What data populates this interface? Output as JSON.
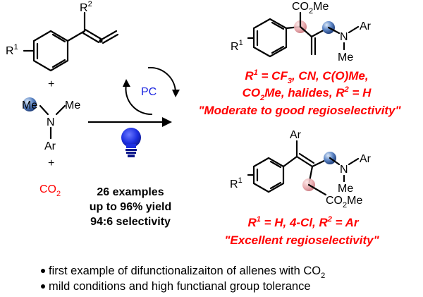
{
  "reactants": {
    "allene_r2": "R",
    "allene_r2_sup": "2",
    "allene_r1": "R",
    "allene_r1_sup": "1",
    "plus": "+",
    "amine_me_left": "Me",
    "amine_n": "N",
    "amine_me_right": "Me",
    "amine_ar": "Ar",
    "co2": "CO",
    "co2_sub": "2"
  },
  "catalyst": {
    "label": "PC"
  },
  "product_top": {
    "ester": "CO",
    "ester_sub": "2",
    "ester_me": "Me",
    "n": "N",
    "ar": "Ar",
    "me": "Me",
    "r1": "R",
    "r1_sup": "1",
    "line1": {
      "r": "R",
      "sup": "1",
      "rest": " = CF",
      "sub": "3",
      "tail": ", CN, C(O)Me,"
    },
    "line2": {
      "a": "CO",
      "sub": "2",
      "b": "Me, halides, R",
      "sup": "2",
      "c": " = H"
    },
    "note": "\"Moderate to good regioselectivity\""
  },
  "product_bottom": {
    "ar_top": "Ar",
    "n": "N",
    "ar": "Ar",
    "me": "Me",
    "ester": "CO",
    "ester_sub": "2",
    "ester_me": "Me",
    "r1": "R",
    "r1_sup": "1",
    "line1": {
      "r": "R",
      "sup": "1",
      "rest": " = H, 4-Cl, R",
      "sup2": "2",
      "tail": " = Ar"
    },
    "note": "\"Excellent regioselectivity\""
  },
  "summary": {
    "line1": "26 examples",
    "line2": "up to 96% yield",
    "line3": "94:6 selectivity"
  },
  "bullets": [
    {
      "text": "first example of difunctionalizaiton of allenes with CO",
      "sub": "2"
    },
    {
      "text": "mild conditions and high functianal group tolerance"
    }
  ],
  "colors": {
    "red": "#ff0000",
    "blue": "#1a24e0",
    "bulb": "#2030d8",
    "sphere_blue": "#4a78c0",
    "sphere_pink": "#e7a3a8"
  }
}
